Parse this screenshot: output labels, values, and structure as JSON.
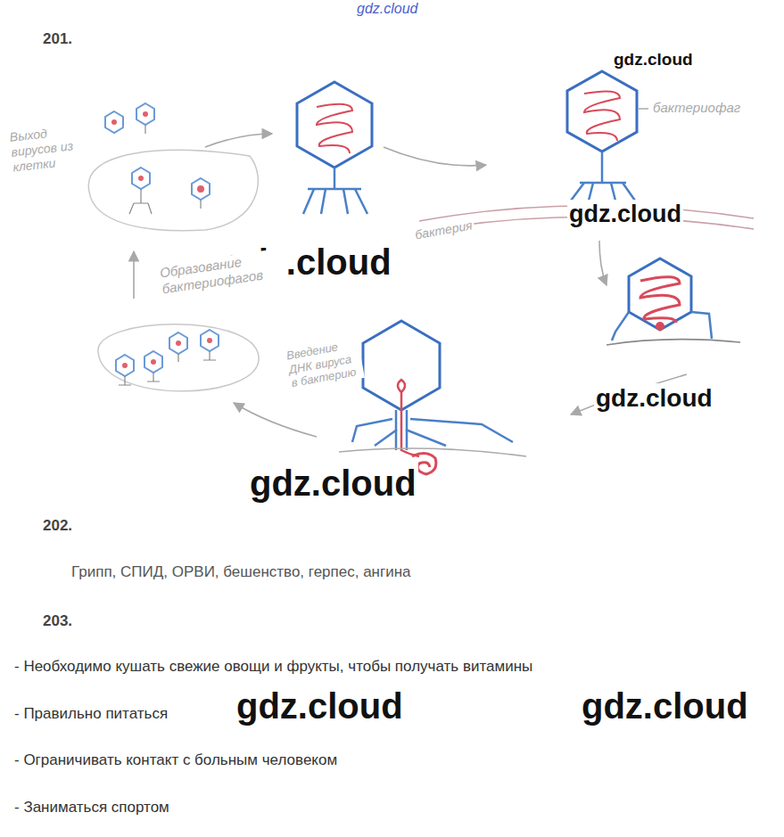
{
  "diagram": {
    "labels": [
      "gdz.cloud",
      "201.",
      "Выход вирусов из клетки",
      "gdz.cloud",
      "бактериофаг",
      "gdz.cloud",
      "бактерия",
      "gdz.cloud",
      "Образование бактериофагов",
      "Введение ДНК вируса в бактерию",
      "gdz.cloud",
      "gdz.cloud",
      "202.",
      "Грипп, СПИД, ОРВИ, бешенство, герпес, ангина",
      "203.",
      "- Необходимо кушать свежие овощи и фрукты, чтобы получать витамины",
      "- Правильно питаться",
      "gdz.cloud",
      "gdz.cloud",
      "- Ограничивать контакт с больным человеком",
      "- Заниматься спортом"
    ]
  }
}
